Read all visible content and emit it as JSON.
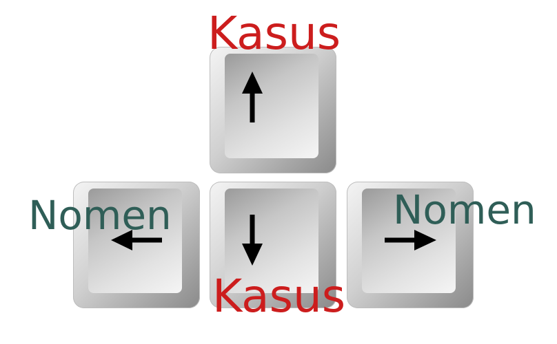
{
  "labels": {
    "top": "Kasus",
    "bottom": "Kasus",
    "left": "Nomen",
    "right": "Nomen"
  },
  "colors": {
    "kasus": "#cc1d1d",
    "nomen": "#2f5e57"
  },
  "keys": [
    {
      "name": "up-arrow-key",
      "icon": "arrow-up-icon"
    },
    {
      "name": "left-arrow-key",
      "icon": "arrow-left-icon"
    },
    {
      "name": "down-arrow-key",
      "icon": "arrow-down-icon"
    },
    {
      "name": "right-arrow-key",
      "icon": "arrow-right-icon"
    }
  ]
}
